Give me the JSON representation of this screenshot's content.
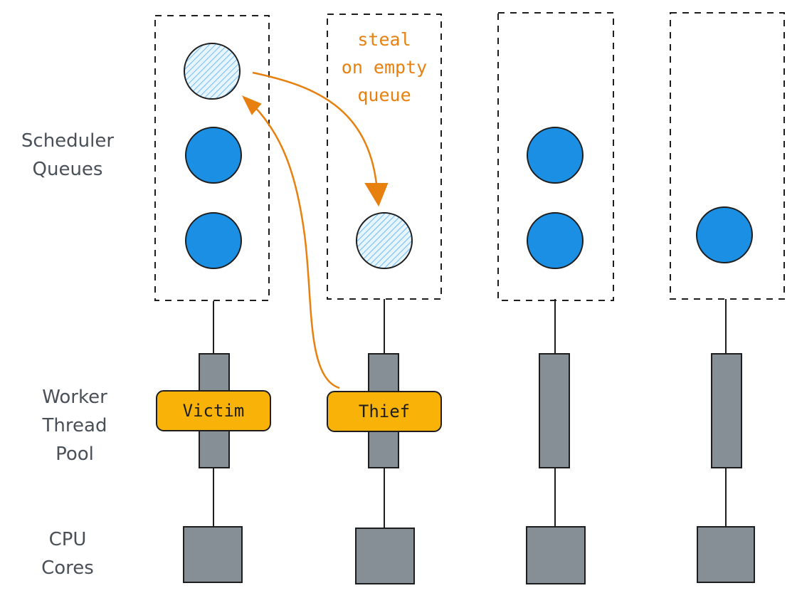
{
  "labels": {
    "queues": "Scheduler\nQueues",
    "workers": "Worker\nThread\nPool",
    "cores": "CPU\nCores",
    "steal_note": "steal\non empty\nqueue",
    "victim": "Victim",
    "thief": "Thief"
  },
  "columns": [
    {
      "queue_tasks": [
        "stolen",
        "ready",
        "ready"
      ],
      "worker_role": "victim"
    },
    {
      "queue_tasks": [
        "stolen"
      ],
      "worker_role": "thief"
    },
    {
      "queue_tasks": [
        "ready",
        "ready"
      ],
      "worker_role": ""
    },
    {
      "queue_tasks": [
        "ready"
      ],
      "worker_role": ""
    }
  ],
  "colors": {
    "task": "#1a8fe3",
    "task_stolen": "#a5d8ff",
    "worker": "#868e96",
    "core": "#868e96",
    "tag": "#f9b308",
    "arrow": "#e8800f",
    "text": "#495057"
  }
}
